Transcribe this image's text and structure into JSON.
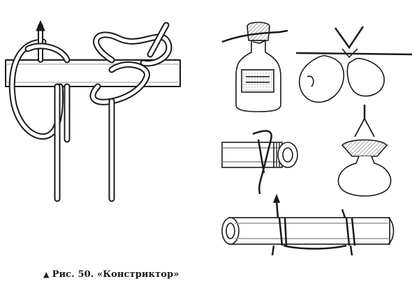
{
  "caption": {
    "marker": "▲",
    "figure_number": "Рис. 50.",
    "title": "«Констриктор»"
  },
  "illustrations": [
    {
      "name": "knot-tying-diagram",
      "depicts": "rope wound around a horizontal bar, two crossing turns, free ends hanging down"
    },
    {
      "name": "bottle-neck-tie",
      "depicts": "bottle with cloth over neck secured by knot"
    },
    {
      "name": "bag-necks-tie",
      "depicts": "two sack necks tied together on a rope"
    },
    {
      "name": "pipe-end-tie",
      "depicts": "knot around a threaded pipe end"
    },
    {
      "name": "hanging-bag",
      "depicts": "bag hanging from a cord tied at its neck"
    },
    {
      "name": "pipe-two-knots",
      "depicts": "long tube with two constrictor knots"
    }
  ],
  "colors": {
    "ink": "#1a1a1a",
    "paper": "#ffffff",
    "shade": "#9a9a9a"
  }
}
